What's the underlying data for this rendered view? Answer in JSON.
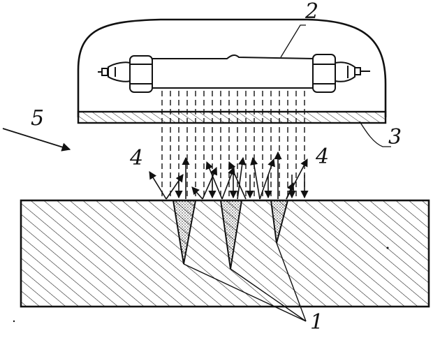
{
  "labels": {
    "crack": "1",
    "lamp": "2",
    "filter": "3",
    "reflected": "4",
    "incident": "5"
  },
  "colors": {
    "ink": "#111111",
    "background": "#ffffff"
  }
}
